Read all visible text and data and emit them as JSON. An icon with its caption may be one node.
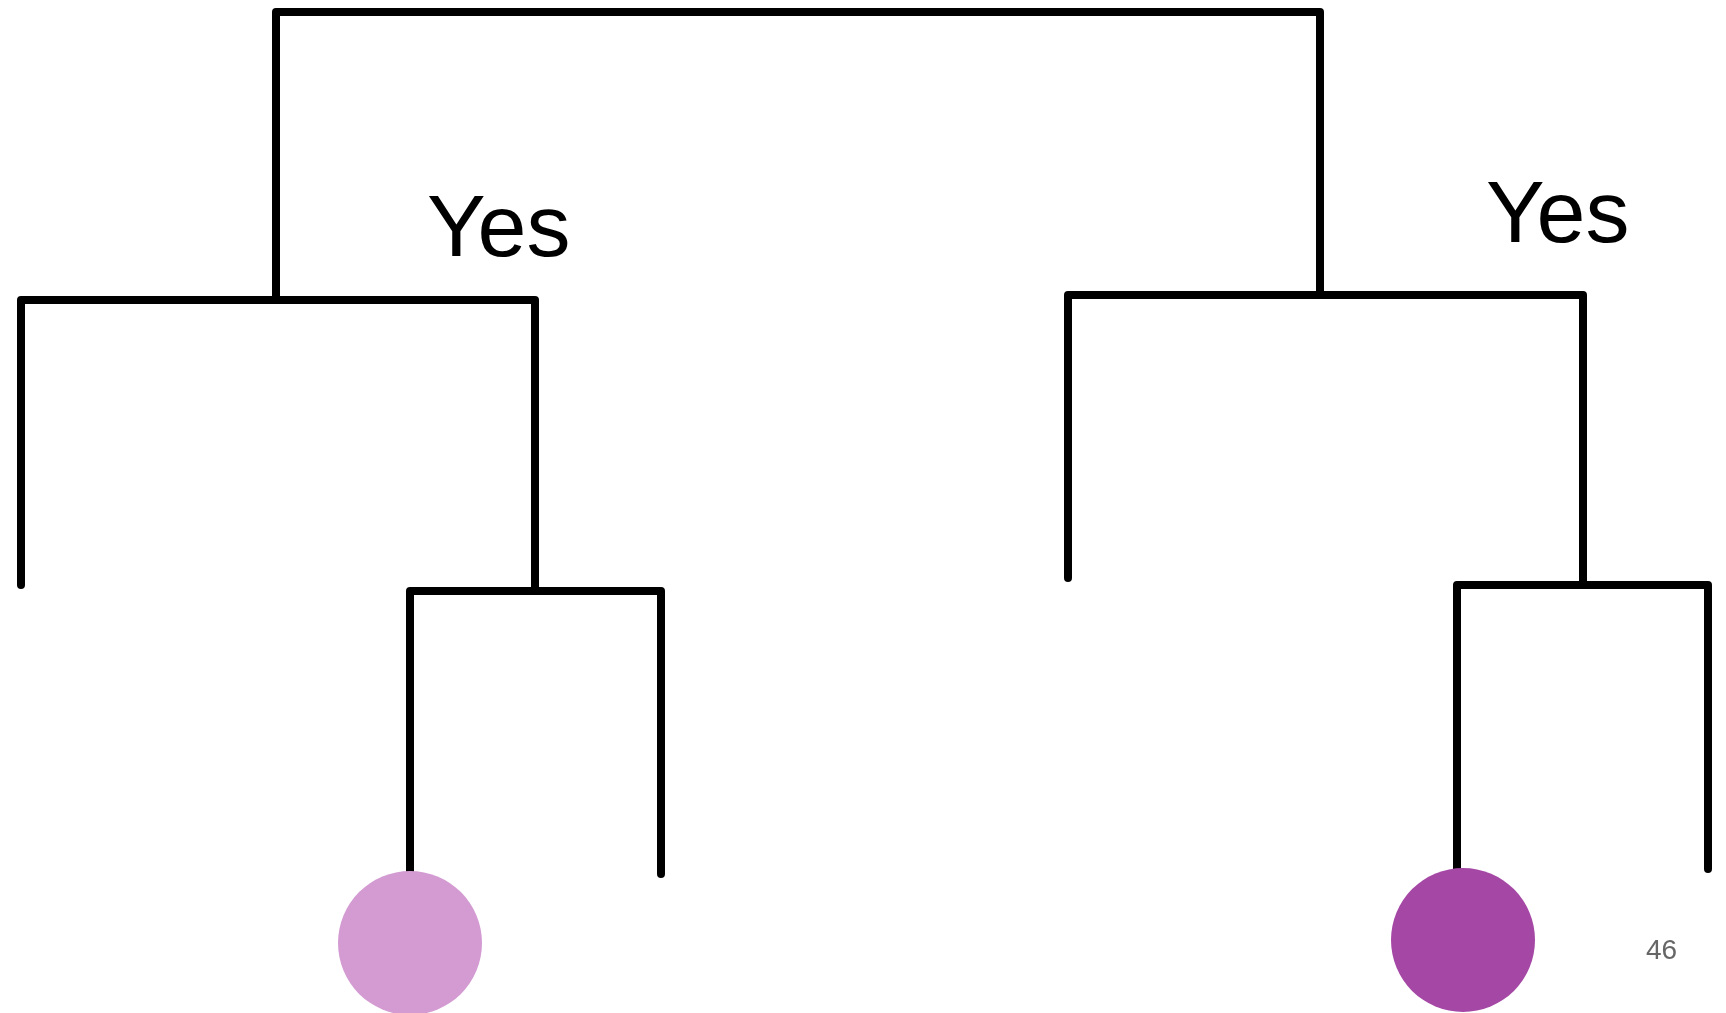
{
  "diagram": {
    "nodes": [
      {
        "text": [],
        "shape": "circle"
      },
      {
        "text": [],
        "shape": "circle"
      }
    ],
    "edges": [
      {
        "from": null,
        "to": 0,
        "arrow": "none"
      },
      {
        "from": null,
        "to": 1,
        "arrow": "none"
      }
    ],
    "labels": [
      "Yes",
      "Yes",
      "46"
    ]
  }
}
